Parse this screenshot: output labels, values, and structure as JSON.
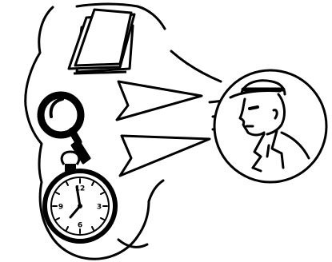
{
  "illustration": {
    "clock_numbers": [
      "12",
      "3",
      "6",
      "9"
    ],
    "ink_color": "#000000",
    "paper_color": "#ffffff",
    "icons": [
      "papers-icon",
      "magnifying-glass-icon",
      "stopwatch-icon",
      "detective-icon"
    ]
  }
}
